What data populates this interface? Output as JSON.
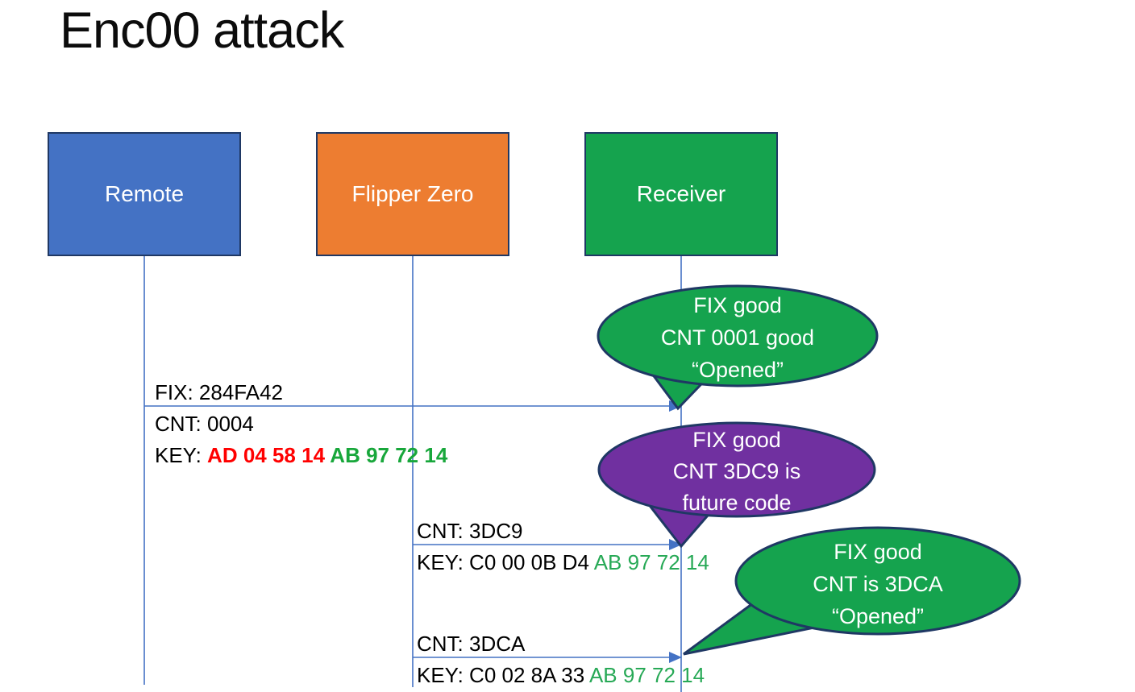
{
  "title": "Enc00 attack",
  "colors": {
    "actor_blue": "#4472C4",
    "actor_orange": "#ED7D31",
    "actor_green": "#15A34E",
    "bubble_green": "#15A34E",
    "bubble_purple": "#7030A0",
    "border_navy": "#1F3864",
    "line_blue": "#4472C4",
    "key_red": "#FF0000",
    "key_green_bold": "#18A73B",
    "key_green": "#27A956",
    "text_black": "#000000",
    "text_white": "#FFFFFF"
  },
  "actors": [
    {
      "label": "Remote"
    },
    {
      "label": "Flipper Zero"
    },
    {
      "label": "Receiver"
    }
  ],
  "messages": [
    {
      "from": "Remote",
      "to": "Receiver",
      "above": "FIX: 284FA42",
      "line2": "CNT: 0004",
      "key_prefix": "KEY: ",
      "key_red": "AD 04 58 14 ",
      "key_green": "AB 97 72 14"
    },
    {
      "from": "Flipper Zero",
      "to": "Receiver",
      "above": "CNT: 3DC9",
      "key_prefix": "KEY: C0 00 0B D4 ",
      "key_green": "AB 97 72 14"
    },
    {
      "from": "Flipper Zero",
      "to": "Receiver",
      "above": "CNT: 3DCA",
      "key_prefix": "KEY: C0 02 8A 33 ",
      "key_green": "AB 97 72 14"
    }
  ],
  "callouts": [
    {
      "color": "green",
      "lines": [
        "FIX good",
        "CNT 0001 good",
        "“Opened”"
      ]
    },
    {
      "color": "purple",
      "lines": [
        "FIX good",
        "CNT 3DC9 is",
        "future code"
      ]
    },
    {
      "color": "green",
      "lines": [
        "FIX good",
        "CNT is 3DCA",
        "“Opened”"
      ]
    }
  ]
}
